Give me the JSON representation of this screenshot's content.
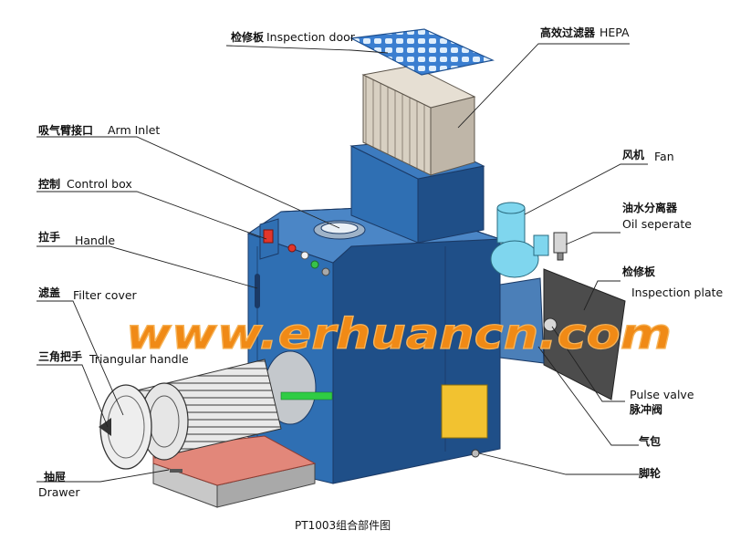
{
  "labels": {
    "inspection_door_cn": "检修板",
    "inspection_door_en": "Inspection door",
    "hepa_cn": "高效过滤器",
    "hepa_en": "HEPA",
    "arm_inlet_cn": "吸气臂接口",
    "arm_inlet_en": "Arm Inlet",
    "control_box_cn": "控制",
    "control_box_en": "Control box",
    "handle_cn": "拉手",
    "handle_en": "Handle",
    "filter_cover_cn": "滤盖",
    "filter_cover_en": "Filter cover",
    "triangular_handle_cn": "三角把手",
    "triangular_handle_en": "Triangular handle",
    "drawer_cn": "抽屉",
    "drawer_en": "Drawer",
    "fan_cn": "风机",
    "fan_en": "Fan",
    "oil_separator_cn": "油水分离器",
    "oil_separator_en": "Oil seperate",
    "inspection_plate_cn": "检修板",
    "inspection_plate_en": "Inspection plate",
    "pulse_valve_en": "Pulse valve",
    "pulse_valve_cn": "脉冲阀",
    "air_bag_cn": "气包",
    "caster_cn": "脚轮"
  },
  "watermark": "www.erhuancn.com",
  "caption": "PT1003组合部件图",
  "colors": {
    "cabinet_blue": "#2f6fb3",
    "cabinet_dark": "#1f4f88",
    "fan_cyan": "#7fd6ee",
    "drawer_pink": "#e2877a",
    "hepa_beige": "#d8d0c2",
    "panel_yellow": "#f2c230",
    "watermark_orange": "#f08a16"
  }
}
